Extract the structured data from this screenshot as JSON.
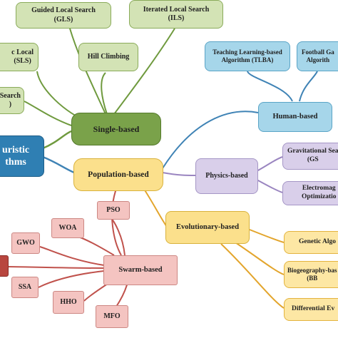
{
  "colors": {
    "line_green": "#6f9a3e",
    "line_blue": "#3f83b5",
    "line_purple": "#9a85c0",
    "line_orange": "#e3a52c",
    "line_red": "#c0524c"
  },
  "nodes": {
    "center": "uristic\nthms",
    "single_based": "Single-based",
    "population_based": "Population-based",
    "gls": "Guided Local Search\n(GLS)",
    "ils": "Iterated Local Search\n(ILS)",
    "sls": "c Local\n(SLS)",
    "hill_climbing": "Hill Climbing",
    "search_partial": "Search\n)",
    "human_based": "Human-based",
    "tlba": "Teaching Learning-based\nAlgorithm (TLBA)",
    "football": "Football Ga\nAlgorith",
    "physics_based": "Physics-based",
    "gravitational": "Gravitational Sea\n(GS",
    "electromag": "Electromag\nOptimizatio",
    "evolutionary_based": "Evolutionary-based",
    "genetic": "Genetic Algo",
    "biogeography": "Biogeography-bas\n(BB",
    "differential": "Differential Ev",
    "swarm_based": "Swarm-based",
    "woa": "WOA",
    "pso": "PSO",
    "gwo": "GWO",
    "ssa": "SSA",
    "hho": "HHO",
    "mfo": "MFO"
  }
}
